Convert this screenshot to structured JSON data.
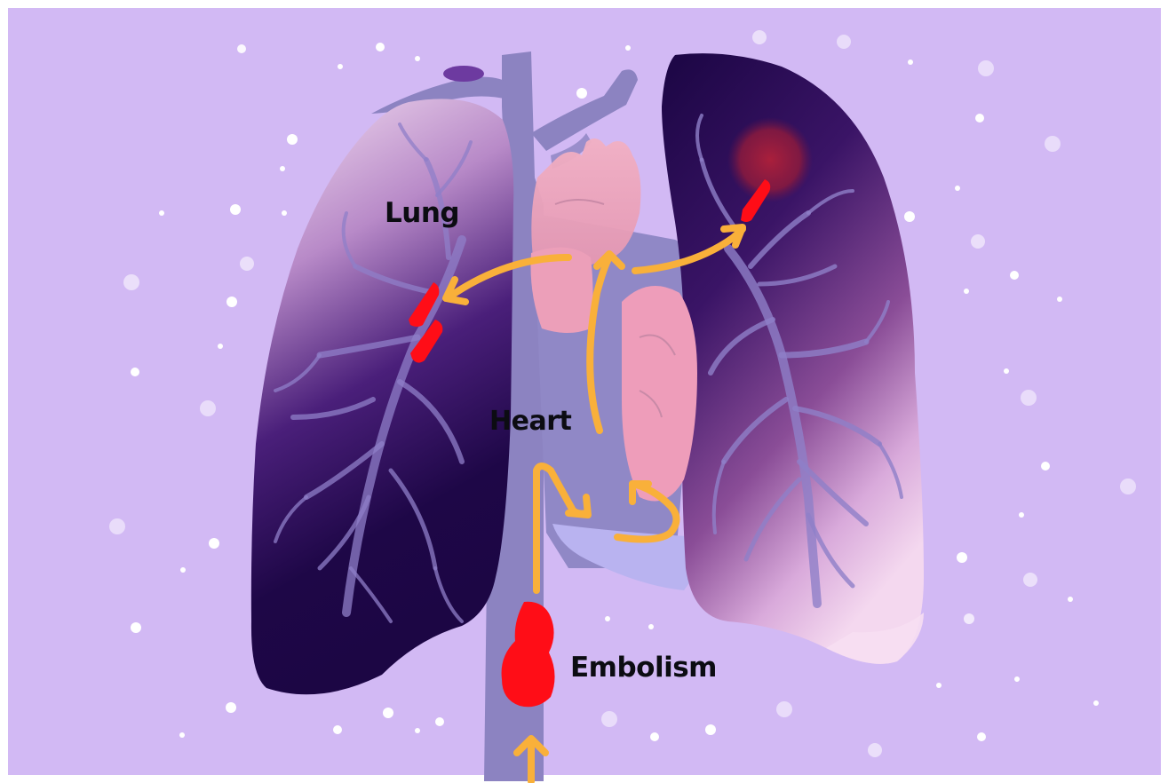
{
  "labels": {
    "lung": "Lung",
    "heart": "Heart",
    "embolism": "Embolism"
  },
  "colors": {
    "background": "#d2b9f4",
    "lung_dark": "#1e0747",
    "lung_light": "#f1d4ec",
    "vessel": "#8c83c1",
    "heart": "#e8a2b9",
    "clot": "#ff0d17",
    "arrow": "#f9b03a",
    "label_text": "#0c0c12"
  },
  "icons": {
    "flow_arrows": "arrow-icon",
    "blood_clots": "clot-icon",
    "infarct": "infarct-icon"
  }
}
